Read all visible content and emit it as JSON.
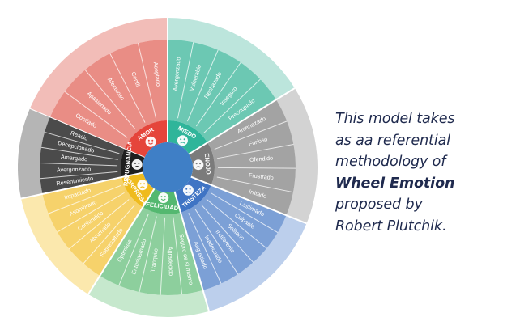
{
  "wheel": {
    "center_color": "#3f7fc6",
    "segments": [
      {
        "key": "amor",
        "label": "AMOR",
        "icon": "smile-heart-eyes-icon",
        "inner_color": "#e5453b",
        "mid_color": "#e98d85",
        "outer_color": "#f2bdb8",
        "emotions": [
          "Confiado",
          "Apasionado",
          "Afectuoso",
          "Gentil",
          "Aceptado"
        ]
      },
      {
        "key": "miedo",
        "label": "MIEDO",
        "icon": "worried-face-icon",
        "inner_color": "#2fb59a",
        "mid_color": "#6cc8b3",
        "outer_color": "#bce5dc",
        "emotions": [
          "Avergonzado",
          "Vulnerable",
          "Rechazado",
          "Inseguro",
          "Preocupado"
        ]
      },
      {
        "key": "enojo",
        "label": "ENOJO",
        "icon": "angry-face-icon",
        "inner_color": "#7b7b7b",
        "mid_color": "#a3a3a3",
        "outer_color": "#d3d3d3",
        "emotions": [
          "Amenazado",
          "Furioso",
          "Ofendido",
          "Frustrado",
          "Irritado"
        ]
      },
      {
        "key": "tristeza",
        "label": "TRISTEZA",
        "icon": "sad-face-icon",
        "inner_color": "#3f74c4",
        "mid_color": "#7ca0d6",
        "outer_color": "#bccfec",
        "emotions": [
          "Lastimado",
          "Culpable",
          "Solitario",
          "Indiferente",
          "Inadecuado",
          "Angustiado"
        ]
      },
      {
        "key": "felicidad",
        "label": "FELICIDAD",
        "icon": "happy-face-icon",
        "inner_color": "#54b870",
        "mid_color": "#8dcf9d",
        "outer_color": "#c6e8cd",
        "emotions": [
          "Seguro de sí mismo",
          "Agradecido",
          "Tranquilo",
          "Entusiasmado",
          "Optimista"
        ]
      },
      {
        "key": "sorpresa",
        "label": "SORPRESA",
        "icon": "surprised-face-icon",
        "inner_color": "#efbb1e",
        "mid_color": "#f6d26b",
        "outer_color": "#fbe8ad",
        "emotions": [
          "Sobresaltado",
          "Abrumado",
          "Confundido",
          "Asombrado",
          "Impactado"
        ]
      },
      {
        "key": "repugnancia",
        "label": "REPUGNANCIA",
        "icon": "disgust-face-icon",
        "inner_color": "#1f1f1f",
        "mid_color": "#4b4b4b",
        "outer_color": "#b5b5b5",
        "emotions": [
          "Resentimiento",
          "Avergonzado",
          "Amargado",
          "Decepcionado",
          "Reacio"
        ]
      }
    ]
  },
  "caption": {
    "line1": "This model takes",
    "line2": "as aa referential",
    "line3": "methodology of",
    "line4_bold": "Wheel Emotion",
    "line5": "proposed by",
    "line6": "Robert Plutchik."
  }
}
